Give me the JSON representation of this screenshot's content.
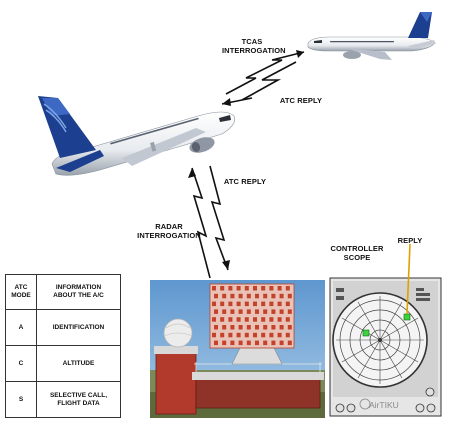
{
  "labels": {
    "tcas_interrogation": "TCAS\nINTERROGATION",
    "atc_reply_upper": "ATC REPLY",
    "atc_reply_lower": "ATC REPLY",
    "radar_interrogation": "RADAR\nINTERROGATION",
    "controller_scope": "CONTROLLER\nSCOPE",
    "reply": "REPLY"
  },
  "mode_table": {
    "headers": [
      "ATC\nMODE",
      "INFORMATION\nABOUT THE A/C"
    ],
    "rows": [
      {
        "mode": "A",
        "info": "IDENTIFICATION"
      },
      {
        "mode": "C",
        "info": "ALTITUDE"
      },
      {
        "mode": "S",
        "info": "SELECTIVE CALL,\nFLIGHT DATA"
      }
    ]
  },
  "watermark": "AirTIKU",
  "colors": {
    "airframe": "#f2f4f7",
    "tail_blue": "#1d3f8f",
    "sky": "#7fb0dc",
    "antenna_red": "#c0392b",
    "scope_target": "#3cd23c",
    "reply_line": "#e0a000"
  }
}
